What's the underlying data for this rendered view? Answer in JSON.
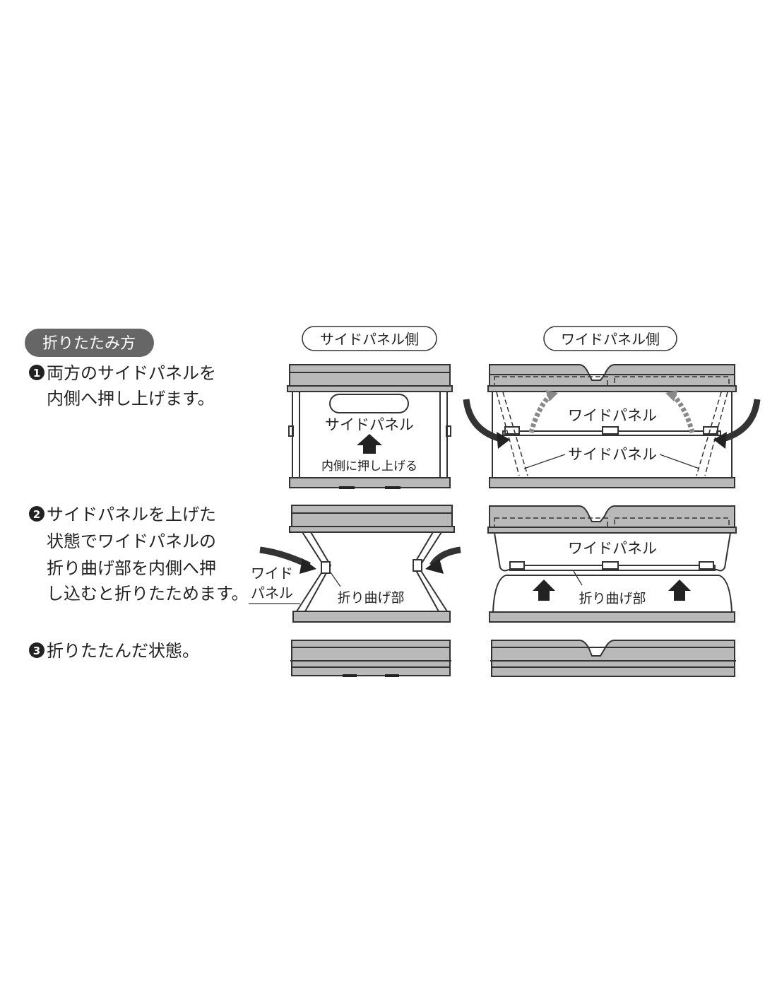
{
  "section_title": "折りたたみ方",
  "column_labels": {
    "side": "サイドパネル側",
    "wide": "ワイドパネル側"
  },
  "steps": [
    {
      "number": "1",
      "lines": [
        "両方のサイドパネルを",
        "内側へ押し上げます。"
      ]
    },
    {
      "number": "2",
      "lines": [
        "サイドパネルを上げた",
        "状態でワイドパネルの",
        "折り曲げ部を内側へ押",
        "し込むと折りたためます。"
      ]
    },
    {
      "number": "3",
      "lines": [
        "折りたたんだ状態。"
      ]
    }
  ],
  "diagram_labels": {
    "side_panel": "サイドパネル",
    "push_up_inside": "内側に押し上げる",
    "wide_panel": "ワイドパネル",
    "wide_panel_line1": "ワイド",
    "wide_panel_line2": "パネル",
    "fold_part": "折り曲げ部"
  },
  "colors": {
    "panel_gray": "#b9b9b9",
    "header_fill": "#666666",
    "outline": "#333333"
  }
}
